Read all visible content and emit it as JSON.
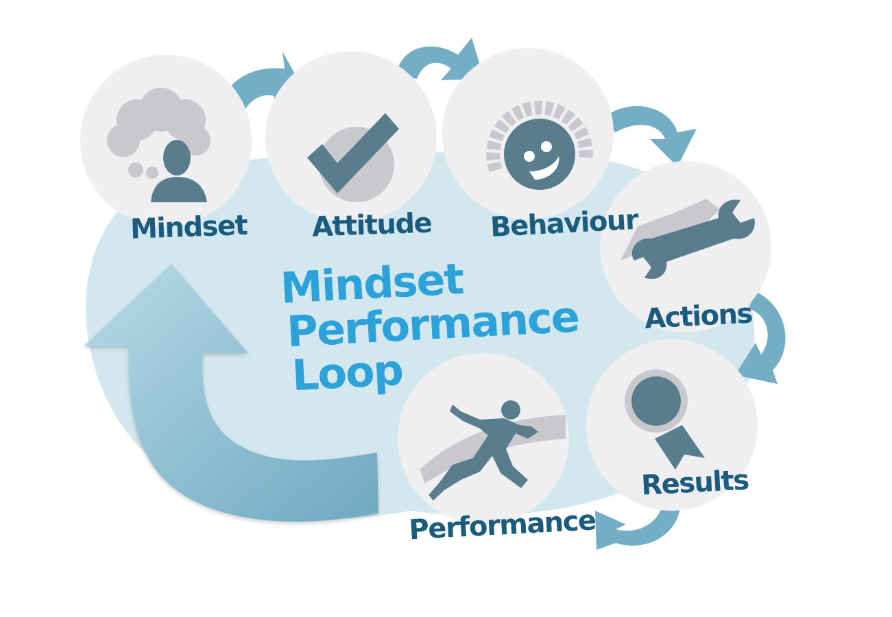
{
  "title": {
    "lines": [
      "Mindset",
      "Performance",
      "Loop"
    ]
  },
  "stages": [
    {
      "id": "mindset",
      "label": "Mindset",
      "icon": "thought-head-icon"
    },
    {
      "id": "attitude",
      "label": "Attitude",
      "icon": "checkmark-icon"
    },
    {
      "id": "behaviour",
      "label": "Behaviour",
      "icon": "smiley-face-icon"
    },
    {
      "id": "actions",
      "label": "Actions",
      "icon": "wrench-icon"
    },
    {
      "id": "results",
      "label": "Results",
      "icon": "award-ribbon-icon"
    },
    {
      "id": "performance",
      "label": "Performance",
      "icon": "sprinter-icon"
    }
  ],
  "colors": {
    "background": "#ffffff",
    "cloud": "#d3e7ef",
    "circle": "#efeff1",
    "arrow": "#73aec6",
    "big_arrow": "#a9d0df",
    "label": "#1b5b7e",
    "title": "#2ca2d9",
    "icon": "#5a7d8d",
    "icon_light": "#c9c9cd"
  }
}
